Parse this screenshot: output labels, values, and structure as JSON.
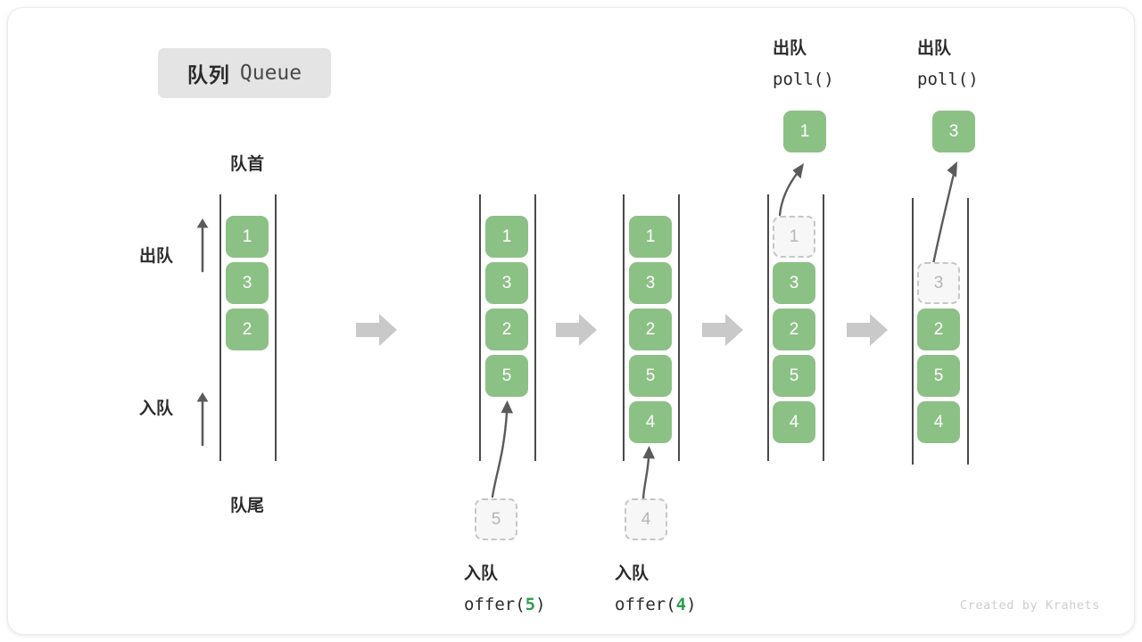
{
  "title": {
    "cn": "队列",
    "en": "Queue"
  },
  "labels": {
    "front": "队首",
    "rear": "队尾",
    "dequeue": "出队",
    "enqueue": "入队"
  },
  "watermark": "Created by Krahets",
  "colors": {
    "element": "#8cc185",
    "ghost_fill": "#f7f7f7",
    "ghost_border": "#c6c6c6",
    "ghost_text": "#b6b6b6",
    "rail": "#4a4a4a",
    "flow_arrow": "#c9c9c9",
    "pointer_arrow": "#5b5b5b",
    "badge_bg": "#e4e4e4",
    "text": "#2b2b2b",
    "code_arg": "#2e9e4f",
    "watermark": "#cdcdcd"
  },
  "icons": {
    "flow": "right-block-arrow-icon",
    "dequeue_dir": "up-arrow-icon",
    "enqueue_dir": "up-arrow-icon",
    "offer_pointer": "curved-up-arrow-icon",
    "poll_pointer": "curved-up-arrow-icon"
  },
  "columns": [
    {
      "id": "initial",
      "caption_cn": "",
      "caption_code": "",
      "items": [
        "1",
        "3",
        "2"
      ],
      "ghost_index": -1,
      "popped": null,
      "incoming": null
    },
    {
      "id": "after-offer-5",
      "caption_cn": "入队",
      "caption_code_prefix": "offer(",
      "caption_code_arg": "5",
      "caption_code_suffix": ")",
      "items": [
        "1",
        "3",
        "2",
        "5"
      ],
      "ghost_index": -1,
      "popped": null,
      "incoming": "5"
    },
    {
      "id": "after-offer-4",
      "caption_cn": "入队",
      "caption_code_prefix": "offer(",
      "caption_code_arg": "4",
      "caption_code_suffix": ")",
      "items": [
        "1",
        "3",
        "2",
        "5",
        "4"
      ],
      "ghost_index": -1,
      "popped": null,
      "incoming": "4"
    },
    {
      "id": "after-poll-1",
      "caption_cn": "出队",
      "caption_code_prefix": "poll(",
      "caption_code_arg": "",
      "caption_code_suffix": ")",
      "items": [
        "1",
        "3",
        "2",
        "5",
        "4"
      ],
      "ghost_index": 0,
      "popped": "1",
      "incoming": null
    },
    {
      "id": "after-poll-3",
      "caption_cn": "出队",
      "caption_code_prefix": "poll(",
      "caption_code_arg": "",
      "caption_code_suffix": ")",
      "items": [
        "3",
        "2",
        "5",
        "4"
      ],
      "ghost_index": 0,
      "popped": "3",
      "incoming": null
    }
  ]
}
